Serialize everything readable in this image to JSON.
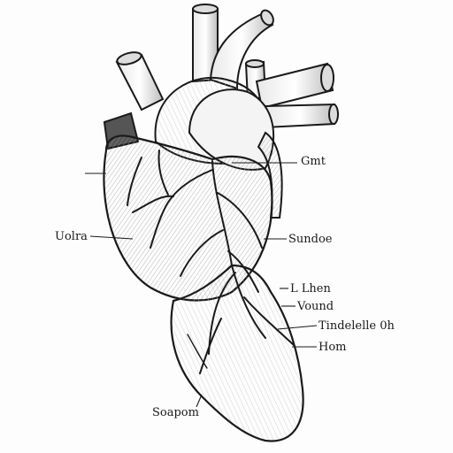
{
  "diagram": {
    "labels": {
      "gmt": "Gmt",
      "uolra": "Uolra",
      "sundoe": "Sundoe",
      "lhen": "L Lhen",
      "vound": "Vound",
      "tindelelle": "Tindelelle 0h",
      "hom": "Hom",
      "soapom": "Soapom"
    },
    "colors": {
      "ink": "#1a1a1a",
      "shade": "#9a9a9a",
      "paper": "#fdfdfd"
    }
  }
}
